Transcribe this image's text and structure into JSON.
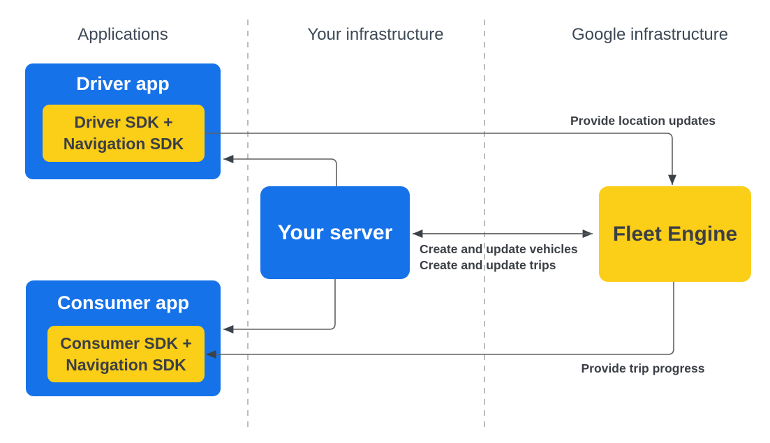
{
  "columns": {
    "applications": "Applications",
    "your_infrastructure": "Your infrastructure",
    "google_infrastructure": "Google infrastructure"
  },
  "nodes": {
    "driver_app": {
      "title": "Driver app",
      "sdk_line1": "Driver SDK +",
      "sdk_line2": "Navigation SDK"
    },
    "consumer_app": {
      "title": "Consumer app",
      "sdk_line1": "Consumer SDK +",
      "sdk_line2": "Navigation SDK"
    },
    "your_server": {
      "title": "Your server"
    },
    "fleet_engine": {
      "title": "Fleet Engine"
    }
  },
  "edges": {
    "location_updates": {
      "label": "Provide location updates",
      "from": "Driver SDK + Navigation SDK",
      "to": "Fleet Engine"
    },
    "server_to_driver": {
      "from": "Your server",
      "to": "Driver app"
    },
    "vehicles_trips": {
      "line1": "Create and update vehicles",
      "line2": "Create and update trips",
      "between": "Your server / Fleet Engine",
      "bidirectional": true
    },
    "server_to_consumer": {
      "from": "Your server",
      "to": "Consumer app"
    },
    "trip_progress": {
      "label": "Provide trip progress",
      "from": "Fleet Engine",
      "to": "Consumer SDK + Navigation SDK"
    }
  },
  "colors": {
    "box_blue": "#1672e9",
    "box_yellow": "#fbce17",
    "box_title_light": "#ffffff",
    "dark_text": "#3b3f45",
    "header_text": "#3e4956",
    "arrow_line": "#616161",
    "arrow_head": "#3a424a",
    "divider": "#a6a6a6",
    "background": "#ffffff"
  }
}
